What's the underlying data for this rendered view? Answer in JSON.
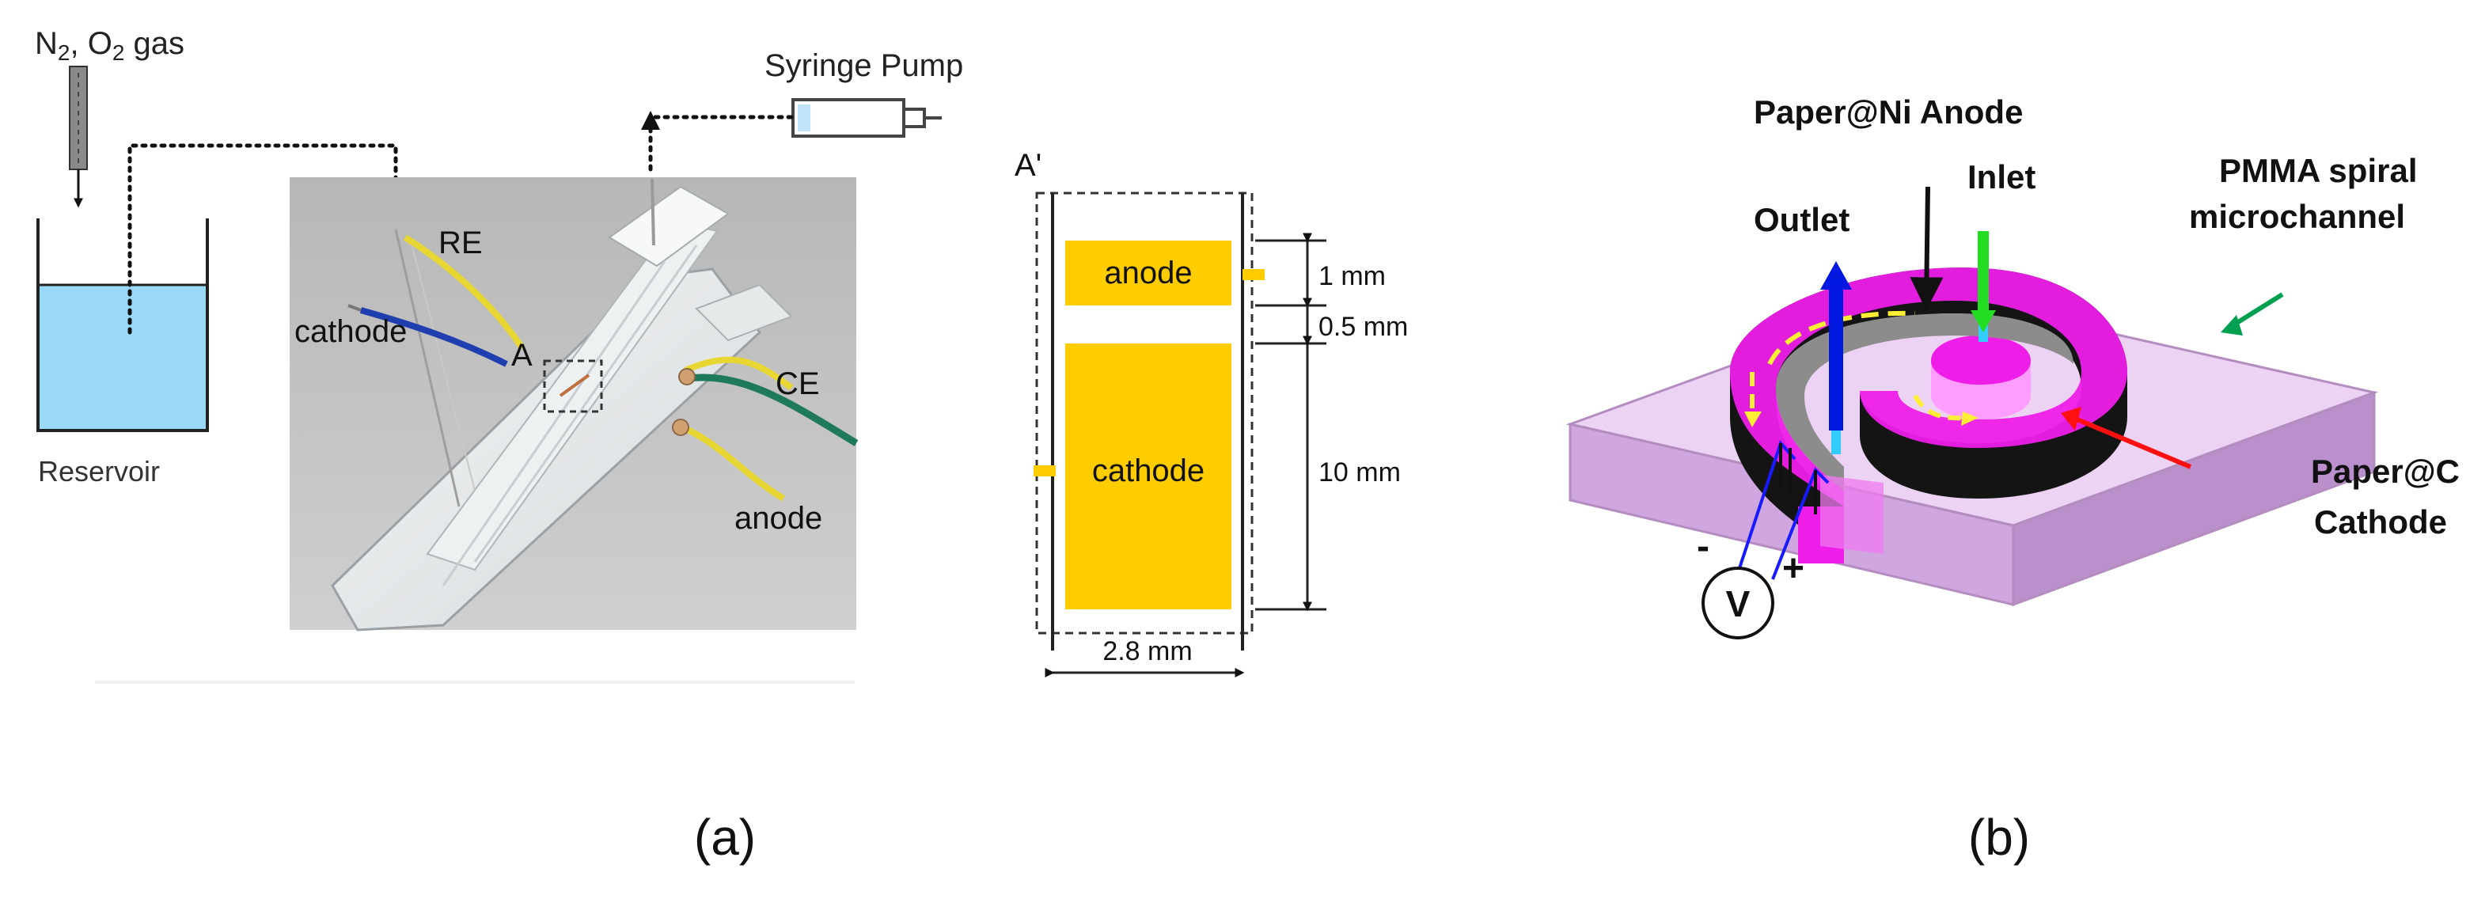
{
  "panel_a": {
    "caption": "(a)",
    "gas_label": {
      "main": "N",
      "sub1": "2",
      "mid": ", O",
      "sub2": "2",
      "end": " gas"
    },
    "syringe_label": "Syringe Pump",
    "reservoir_label": "Reservoir",
    "photo_labels": {
      "re": "RE",
      "cathode": "cathode",
      "a": "A",
      "ce": "CE",
      "anode": "anode"
    },
    "detail": {
      "title": "A'",
      "anode_label": "anode",
      "cathode_label": "cathode",
      "dim_anode": "1 mm",
      "dim_gap": "0.5 mm",
      "dim_cathode": "10 mm",
      "dim_width": "2.8 mm"
    },
    "colors": {
      "electrode": "#ffcc00",
      "reservoir_liquid": "#99d9f7",
      "wire_yellow": "#e8d632",
      "wire_blue": "#1f3fb0",
      "wire_green": "#1e7a5a"
    }
  },
  "panel_b": {
    "caption": "(b)",
    "labels": {
      "anode": "Paper@Ni Anode",
      "inlet": "Inlet",
      "outlet": "Outlet",
      "pmma_line1": "PMMA spiral",
      "pmma_line2": "microchannel",
      "cathode_line1": "Paper@C",
      "cathode_line2": "Cathode",
      "voltmeter": "V",
      "minus": "-",
      "plus": "+"
    },
    "colors": {
      "substrate": "#e8c8f2",
      "spiral_top": "#ee1ee8",
      "spiral_wall": "#141414",
      "outlet_arrow": "#0018e0",
      "inlet_arrow": "#22dd22",
      "cathode_arrow": "#ff1010",
      "pmma_arrow": "#00a050",
      "flow": "#ffee33"
    }
  }
}
